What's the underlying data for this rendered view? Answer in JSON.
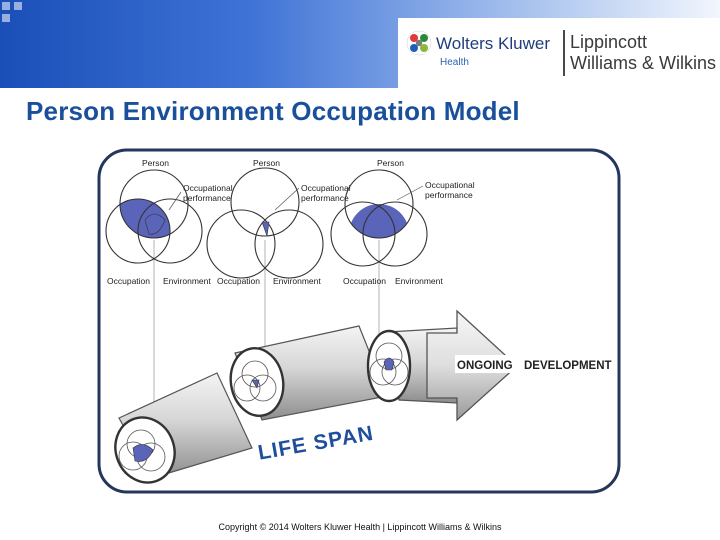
{
  "header": {
    "brand_primary": "Wolters Kluwer",
    "brand_primary_sub": "Health",
    "brand_secondary_line1": "Lippincott",
    "brand_secondary_line2": "Williams & Wilkins",
    "brand_color": "#1a4fb8"
  },
  "slide": {
    "title": "Person Environment Occupation Model"
  },
  "diagram": {
    "venn_groups": [
      {
        "person_label": "Person",
        "occupational_label_1": "Occupational",
        "occupational_label_2": "performance",
        "occupation_label": "Occupation",
        "environment_label": "Environment"
      },
      {
        "person_label": "Person",
        "occupational_label_1": "Occupational",
        "occupational_label_2": "performance",
        "occupation_label": "Occupation",
        "environment_label": "Environment"
      },
      {
        "person_label": "Person",
        "occupational_label_1": "Occupational",
        "occupational_label_2": "performance",
        "occupation_label": "Occupation",
        "environment_label": "Environment"
      }
    ],
    "life_span_label": "LIFE SPAN",
    "ongoing_label": "ONGOING",
    "development_label": "DEVELOPMENT",
    "overlap_color": "#5a64b8"
  },
  "footer": {
    "copyright": "Copyright © 2014 Wolters Kluwer Health | Lippincott Williams & Wilkins"
  }
}
